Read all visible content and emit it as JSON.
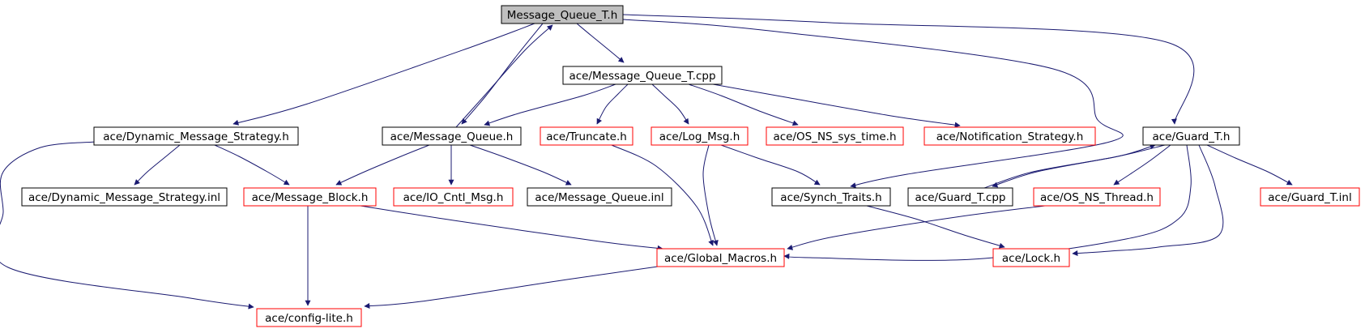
{
  "colors": {
    "edge": "#191970",
    "border_documented": "#000000",
    "border_undocumented": "#ff0000",
    "root_fill": "#bfbfbf",
    "node_fill": "#ffffff"
  },
  "nodes": [
    {
      "id": "message-queue-t-h",
      "label": "Message_Queue_T.h",
      "style": "root"
    },
    {
      "id": "message-queue-t-cpp",
      "label": "ace/Message_Queue_T.cpp",
      "style": "normal"
    },
    {
      "id": "dynamic-message-strategy-h",
      "label": "ace/Dynamic_Message_Strategy.h",
      "style": "normal"
    },
    {
      "id": "message-queue-h",
      "label": "ace/Message_Queue.h",
      "style": "normal"
    },
    {
      "id": "truncate-h",
      "label": "ace/Truncate.h",
      "style": "red"
    },
    {
      "id": "log-msg-h",
      "label": "ace/Log_Msg.h",
      "style": "red"
    },
    {
      "id": "os-ns-sys-time-h",
      "label": "ace/OS_NS_sys_time.h",
      "style": "red"
    },
    {
      "id": "notification-strategy-h",
      "label": "ace/Notification_Strategy.h",
      "style": "red"
    },
    {
      "id": "guard-t-h",
      "label": "ace/Guard_T.h",
      "style": "normal"
    },
    {
      "id": "dynamic-message-strategy-inl",
      "label": "ace/Dynamic_Message_Strategy.inl",
      "style": "normal"
    },
    {
      "id": "message-block-h",
      "label": "ace/Message_Block.h",
      "style": "red"
    },
    {
      "id": "io-cntl-msg-h",
      "label": "ace/IO_Cntl_Msg.h",
      "style": "red"
    },
    {
      "id": "message-queue-inl",
      "label": "ace/Message_Queue.inl",
      "style": "normal"
    },
    {
      "id": "synch-traits-h",
      "label": "ace/Synch_Traits.h",
      "style": "normal"
    },
    {
      "id": "guard-t-cpp",
      "label": "ace/Guard_T.cpp",
      "style": "normal"
    },
    {
      "id": "os-ns-thread-h",
      "label": "ace/OS_NS_Thread.h",
      "style": "red"
    },
    {
      "id": "guard-t-inl",
      "label": "ace/Guard_T.inl",
      "style": "red"
    },
    {
      "id": "global-macros-h",
      "label": "ace/Global_Macros.h",
      "style": "red"
    },
    {
      "id": "lock-h",
      "label": "ace/Lock.h",
      "style": "red"
    },
    {
      "id": "config-lite-h",
      "label": "ace/config-lite.h",
      "style": "red"
    }
  ],
  "edges": [
    {
      "from": "message-queue-t-h",
      "to": "message-queue-t-cpp"
    },
    {
      "from": "message-queue-t-h",
      "to": "dynamic-message-strategy-h"
    },
    {
      "from": "message-queue-t-h",
      "to": "message-queue-h"
    },
    {
      "from": "message-queue-t-h",
      "to": "guard-t-h"
    },
    {
      "from": "message-queue-t-h",
      "to": "synch-traits-h"
    },
    {
      "from": "message-queue-t-cpp",
      "to": "message-queue-h"
    },
    {
      "from": "message-queue-t-cpp",
      "to": "truncate-h"
    },
    {
      "from": "message-queue-t-cpp",
      "to": "log-msg-h"
    },
    {
      "from": "message-queue-t-cpp",
      "to": "os-ns-sys-time-h"
    },
    {
      "from": "message-queue-t-cpp",
      "to": "notification-strategy-h"
    },
    {
      "from": "message-queue-h",
      "to": "message-queue-t-h"
    },
    {
      "from": "message-queue-h",
      "to": "message-block-h"
    },
    {
      "from": "message-queue-h",
      "to": "io-cntl-msg-h"
    },
    {
      "from": "message-queue-h",
      "to": "message-queue-inl"
    },
    {
      "from": "dynamic-message-strategy-h",
      "to": "dynamic-message-strategy-inl"
    },
    {
      "from": "dynamic-message-strategy-h",
      "to": "message-block-h"
    },
    {
      "from": "dynamic-message-strategy-h",
      "to": "config-lite-h"
    },
    {
      "from": "truncate-h",
      "to": "global-macros-h"
    },
    {
      "from": "log-msg-h",
      "to": "global-macros-h"
    },
    {
      "from": "log-msg-h",
      "to": "synch-traits-h"
    },
    {
      "from": "message-block-h",
      "to": "global-macros-h"
    },
    {
      "from": "message-block-h",
      "to": "config-lite-h"
    },
    {
      "from": "synch-traits-h",
      "to": "lock-h"
    },
    {
      "from": "guard-t-h",
      "to": "guard-t-cpp"
    },
    {
      "from": "guard-t-h",
      "to": "os-ns-thread-h"
    },
    {
      "from": "guard-t-h",
      "to": "guard-t-inl"
    },
    {
      "from": "guard-t-h",
      "to": "global-macros-h"
    },
    {
      "from": "guard-t-h",
      "to": "lock-h"
    },
    {
      "from": "guard-t-cpp",
      "to": "guard-t-h"
    },
    {
      "from": "os-ns-thread-h",
      "to": "global-macros-h"
    },
    {
      "from": "global-macros-h",
      "to": "config-lite-h"
    }
  ]
}
